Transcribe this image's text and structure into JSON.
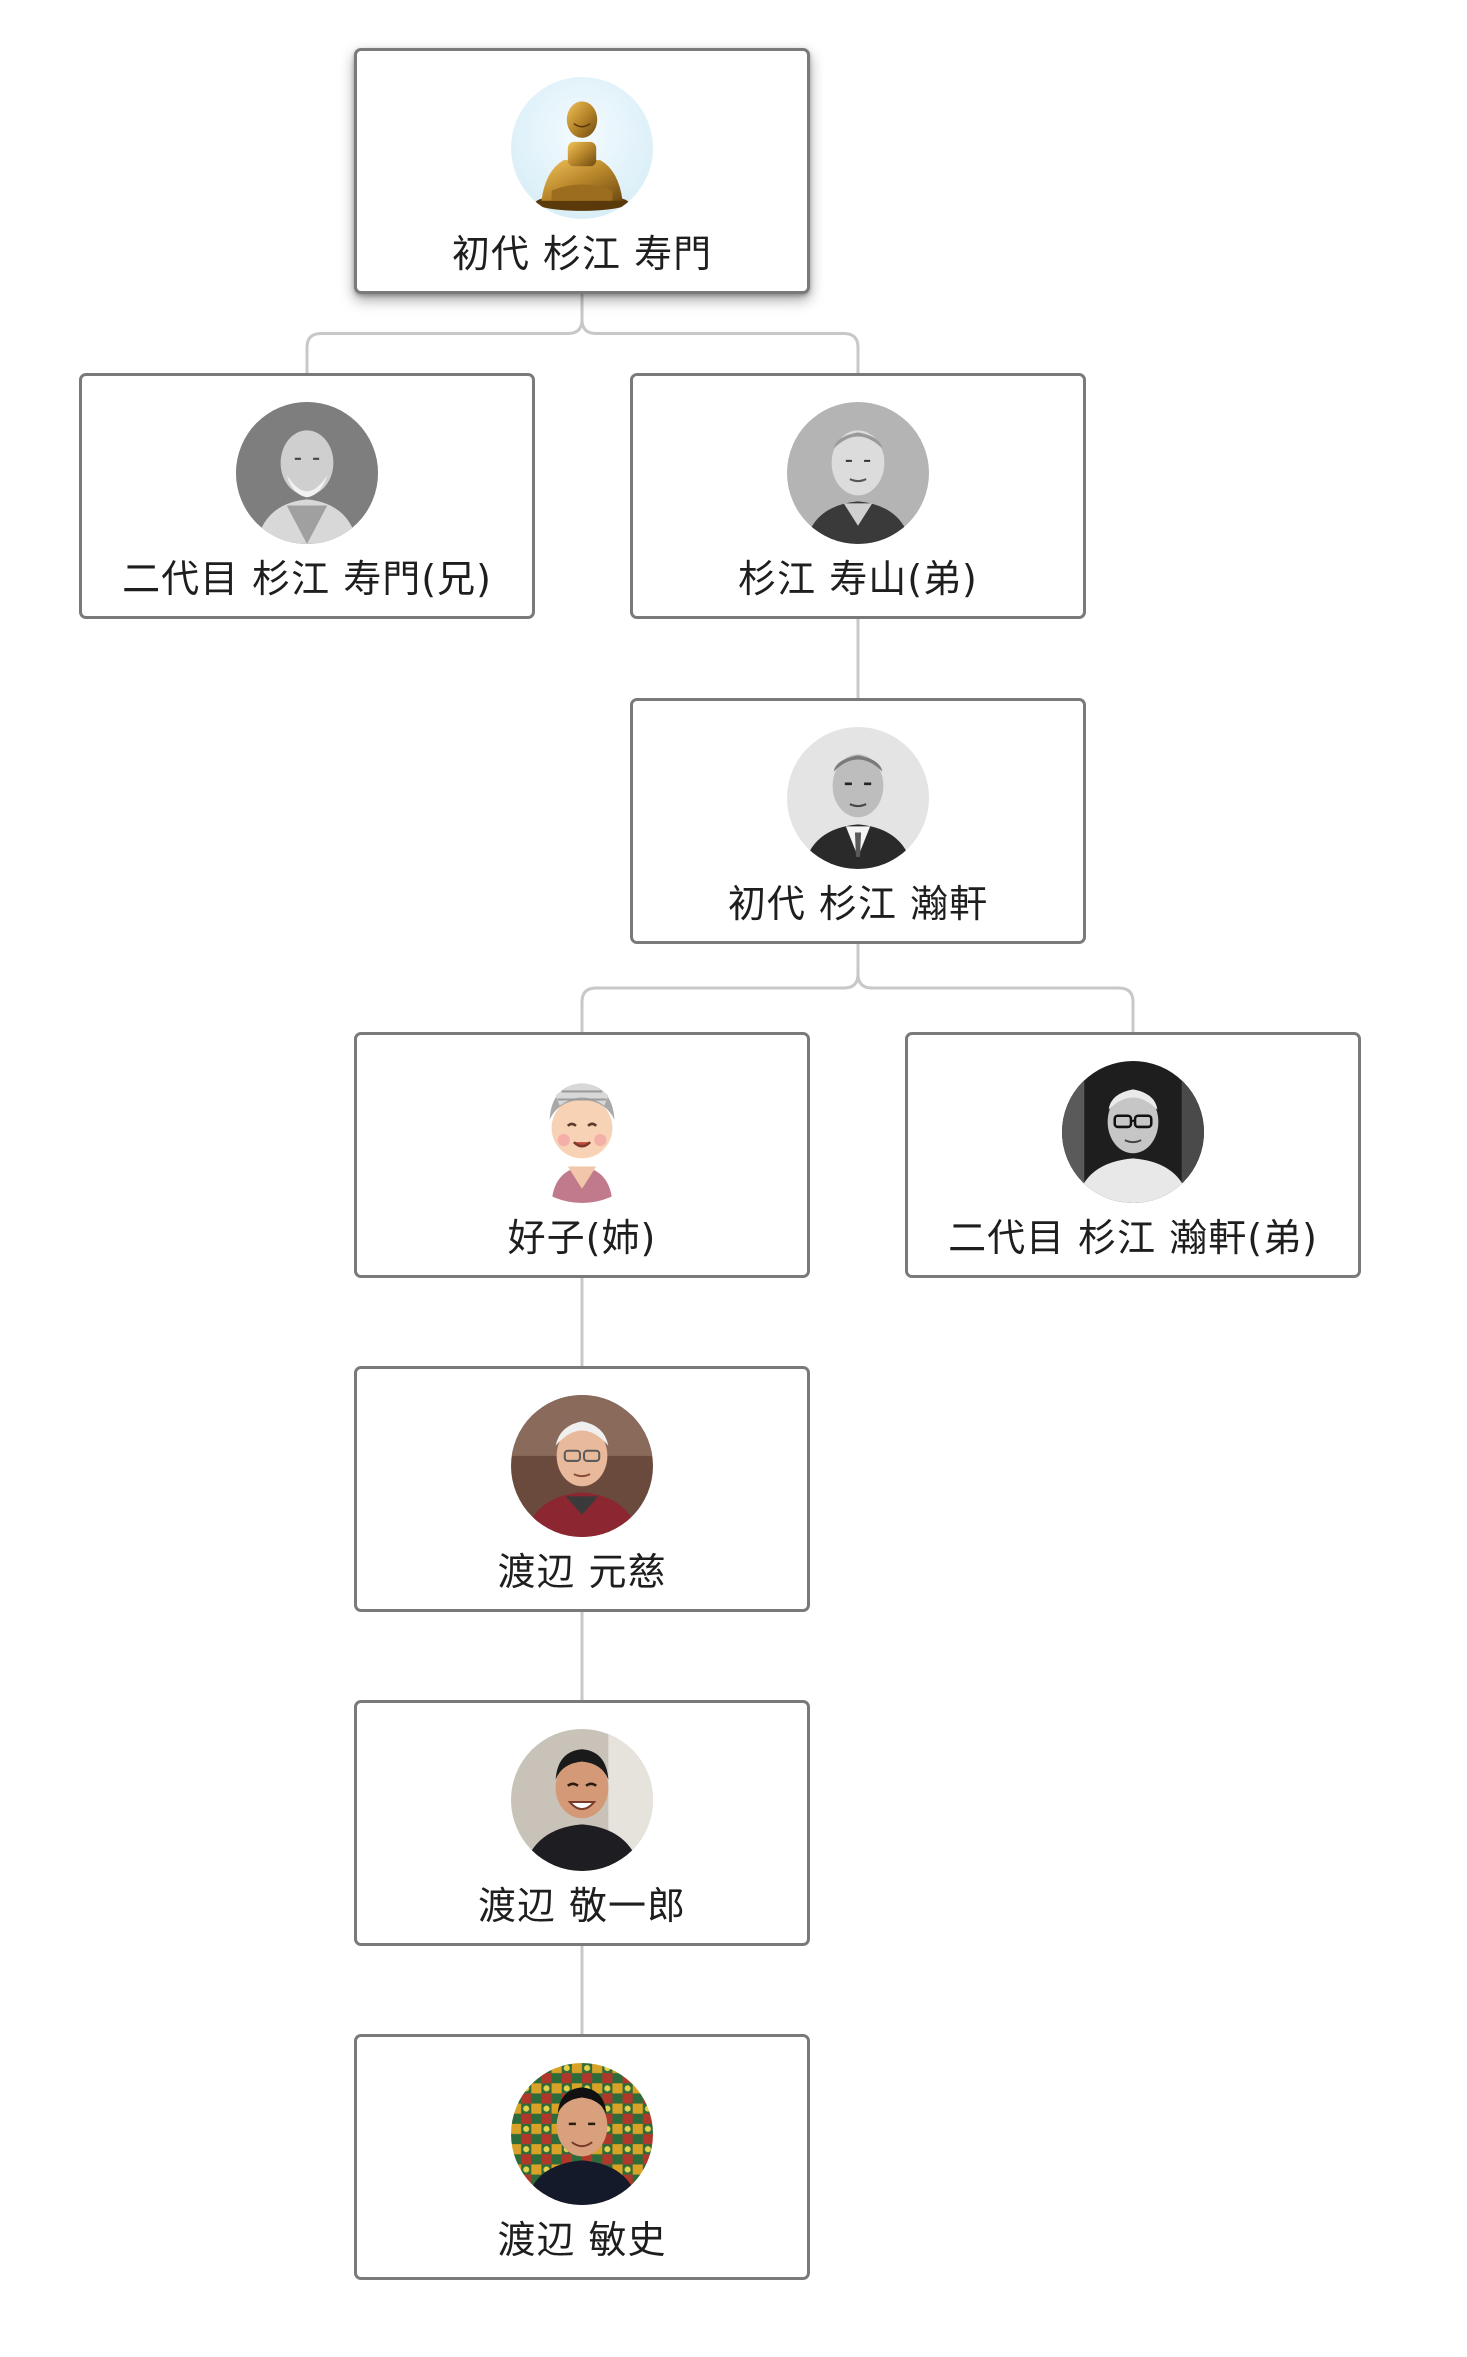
{
  "people": {
    "jumon_1": {
      "name": "初代 杉江 寿門",
      "icon": "bronze-statue-portrait"
    },
    "jumon_2": {
      "name": "二代目 杉江 寿門(兄)",
      "icon": "elderly-man-bw-portrait"
    },
    "juzan": {
      "name": "杉江 寿山(弟)",
      "icon": "elderly-man-bw-portrait"
    },
    "oken_1": {
      "name": "初代 杉江 瀚軒",
      "icon": "elderly-man-suit-bw-portrait"
    },
    "yoshiko": {
      "name": "好子(姉)",
      "icon": "grandmother-illustration"
    },
    "oken_2": {
      "name": "二代目 杉江 瀚軒(弟)",
      "icon": "man-glasses-bw-portrait"
    },
    "genji": {
      "name": "渡辺 元慈",
      "icon": "elderly-man-glasses-color-portrait"
    },
    "keiichiro": {
      "name": "渡辺 敬一郎",
      "icon": "smiling-man-color-portrait"
    },
    "toshifumi": {
      "name": "渡辺 敏史",
      "icon": "man-colorful-background-portrait"
    }
  },
  "relations": [
    {
      "parent": "jumon_1",
      "children": [
        "jumon_2",
        "juzan"
      ]
    },
    {
      "parent": "juzan",
      "children": [
        "oken_1"
      ]
    },
    {
      "parent": "oken_1",
      "children": [
        "yoshiko",
        "oken_2"
      ]
    },
    {
      "parent": "yoshiko",
      "children": [
        "genji"
      ]
    },
    {
      "parent": "genji",
      "children": [
        "keiichiro"
      ]
    },
    {
      "parent": "keiichiro",
      "children": [
        "toshifumi"
      ]
    }
  ],
  "colors": {
    "connector": "#c8c8c8",
    "border": "#7a7a7a",
    "text": "#1e1e1e",
    "background": "#ffffff"
  }
}
